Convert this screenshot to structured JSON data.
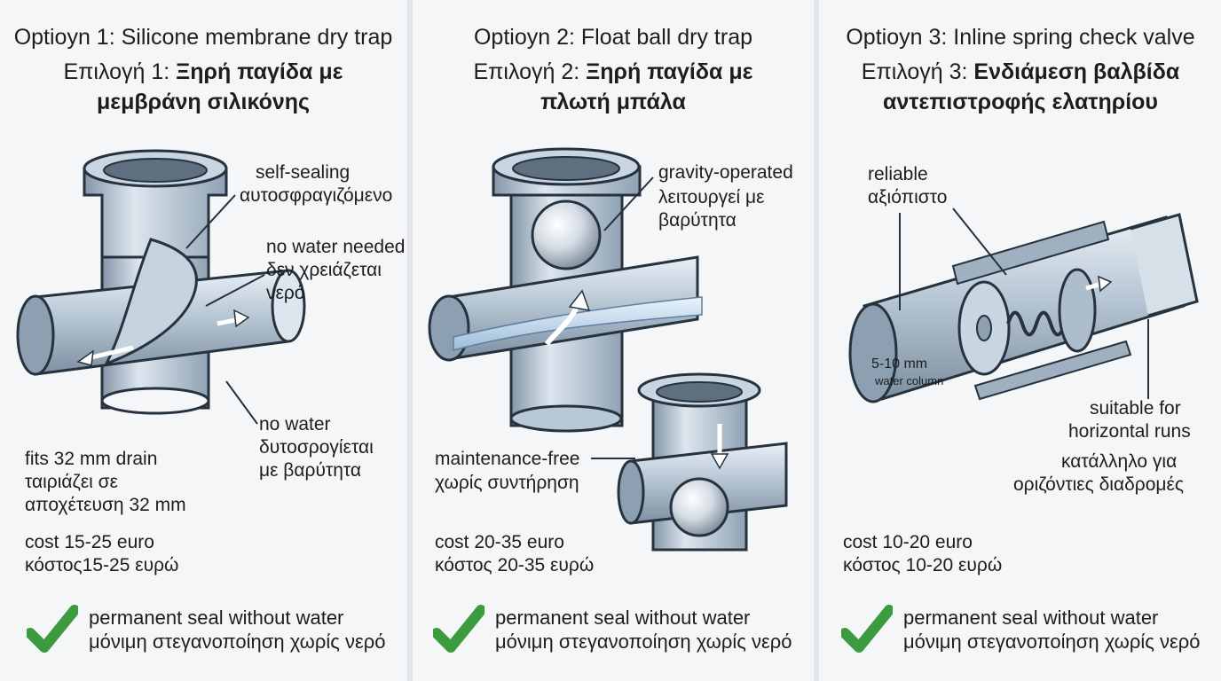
{
  "accent": "#3c9a3f",
  "pipe_color": "#b9c8d6",
  "options": [
    {
      "title_en": "Optioyn 1: Silicone membrane dry trap",
      "title_gr_prefix": "Επιλογή 1: ",
      "title_gr_bold_1": "Ξηρή παγίδα με",
      "title_gr_bold_2": "μεμβράνη σιλικόνης",
      "labels": {
        "self_sealing_en": "self-sealing",
        "self_sealing_gr": "αυτοσφραγιζόμενο",
        "no_water_needed_en": "no water needed",
        "no_water_needed_gr_1": "δεν χρειάζεται",
        "no_water_needed_gr_2": "νερό",
        "no_water_en": "no water",
        "no_water_gr_1": "δυτοσρογίεται",
        "no_water_gr_2": "με βαρύτητα",
        "fits_en": "fits 32 mm drain",
        "fits_gr_1": "ταιριάζει σε",
        "fits_gr_2": "αποχέτευση 32 mm"
      },
      "cost_en": "cost 15-25 euro",
      "cost_gr": "κόστος15-25 ευρώ",
      "benefit_en": "permanent seal without water",
      "benefit_gr": "μόνιμη στεγανοποίηση χωρίς νερό",
      "icon": "check-icon"
    },
    {
      "title_en": "Optioyn 2: Float ball dry trap",
      "title_gr_prefix": "Επιλογή 2: ",
      "title_gr_bold_1": "Ξηρή παγίδα με",
      "title_gr_bold_2": "πλωτή μπάλα",
      "labels": {
        "gravity_en": "gravity-operated",
        "gravity_gr_1": "λειτουργεί με",
        "gravity_gr_2": "βαρύτητα",
        "maint_en": "maintenance-free",
        "maint_gr": "χωρίς συντήρηση"
      },
      "cost_en": "cost 20-35 euro",
      "cost_gr": "κόστος 20-35 ευρώ",
      "benefit_en": "permanent seal without water",
      "benefit_gr": "μόνιμη στεγανοποίηση χωρίς νερό",
      "icon": "check-icon"
    },
    {
      "title_en": "Optioyn 3: Inline spring check valve",
      "title_gr_prefix": "Επιλογή 3: ",
      "title_gr_bold_1": "Ενδιάμεση βαλβίδα",
      "title_gr_bold_2": "αντεπιστροφής ελατηρίου",
      "labels": {
        "reliable_en": "reliable",
        "reliable_gr": "αξιόπιστο",
        "column_1": "5-10 mm",
        "column_2": "water column",
        "suitable_en_1": "suitable for",
        "suitable_en_2": "horizontal runs",
        "suitable_gr_1": "κατάλληλο για",
        "suitable_gr_2": "οριζόντιες διαδρομές"
      },
      "cost_en": "cost 10-20 euro",
      "cost_gr": "κόστος 10-20 ευρώ",
      "benefit_en": "permanent seal without water",
      "benefit_gr": "μόνιμη στεγανοποίηση χωρίς νερό",
      "icon": "check-icon"
    }
  ]
}
